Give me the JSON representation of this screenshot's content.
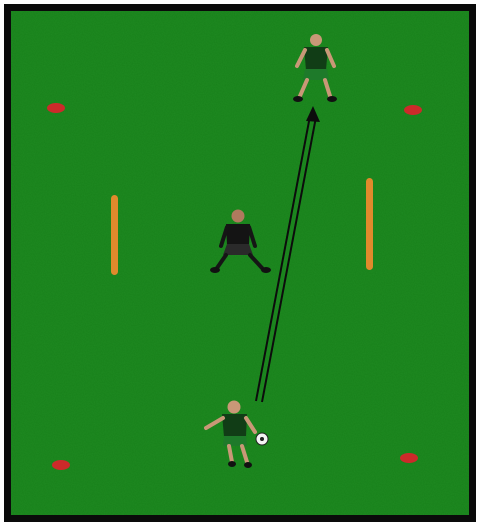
{
  "diagram": {
    "field": {
      "color": "#1f8a22",
      "border_color": "#0a0a0a"
    },
    "cones": {
      "color": "#cc2a2a",
      "count": 4
    },
    "poles": {
      "color": "#e08a2c",
      "count": 2
    },
    "players": [
      {
        "role": "receiver",
        "shirt_color": "#113d16",
        "shorts_color": "#1e7a2a"
      },
      {
        "role": "goalkeeper",
        "shirt_color": "#141414",
        "shorts_color": "#2a2a2a"
      },
      {
        "role": "passer",
        "shirt_color": "#113d16",
        "shorts_color": "#1e7a2a"
      }
    ],
    "ball": {
      "color": "#f4f4f4"
    },
    "pass_arrow": {
      "color": "#0c0c0c",
      "style": "double-line"
    }
  }
}
